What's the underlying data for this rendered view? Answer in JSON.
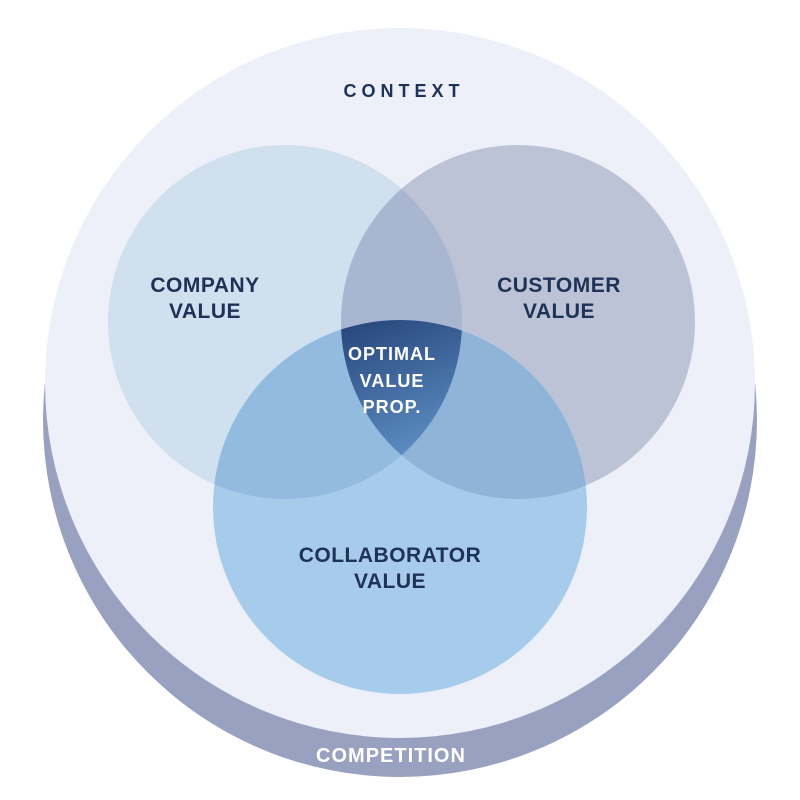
{
  "diagram": {
    "type": "venn-3-circle",
    "context_label": "CONTEXT",
    "competition_label": "COMPETITION",
    "circles": {
      "company": {
        "line1": "COMPANY",
        "line2": "VALUE"
      },
      "customer": {
        "line1": "CUSTOMER",
        "line2": "VALUE"
      },
      "collaborator": {
        "line1": "COLLABORATOR",
        "line2": "VALUE"
      }
    },
    "center": {
      "line1": "OPTIMAL",
      "line2": "VALUE",
      "line3": "PROP."
    }
  },
  "colors": {
    "page_background": "#ffffff",
    "competition_ring": "#98a1c0",
    "context_fill": "#edf0f8",
    "company_fill": "#d0e0ef",
    "customer_fill": "#bcc3d7",
    "collaborator_fill": "#a7cceb",
    "company_customer_overlap": "#a9b6d2",
    "company_collaborator_overlap": "#93bbdf",
    "customer_collaborator_overlap": "#90b4d8",
    "center_gradient_top": "#2a4a7f",
    "center_gradient_bottom": "#6093c8",
    "label_dark": "#1e3157",
    "label_light": "#ffffff"
  }
}
